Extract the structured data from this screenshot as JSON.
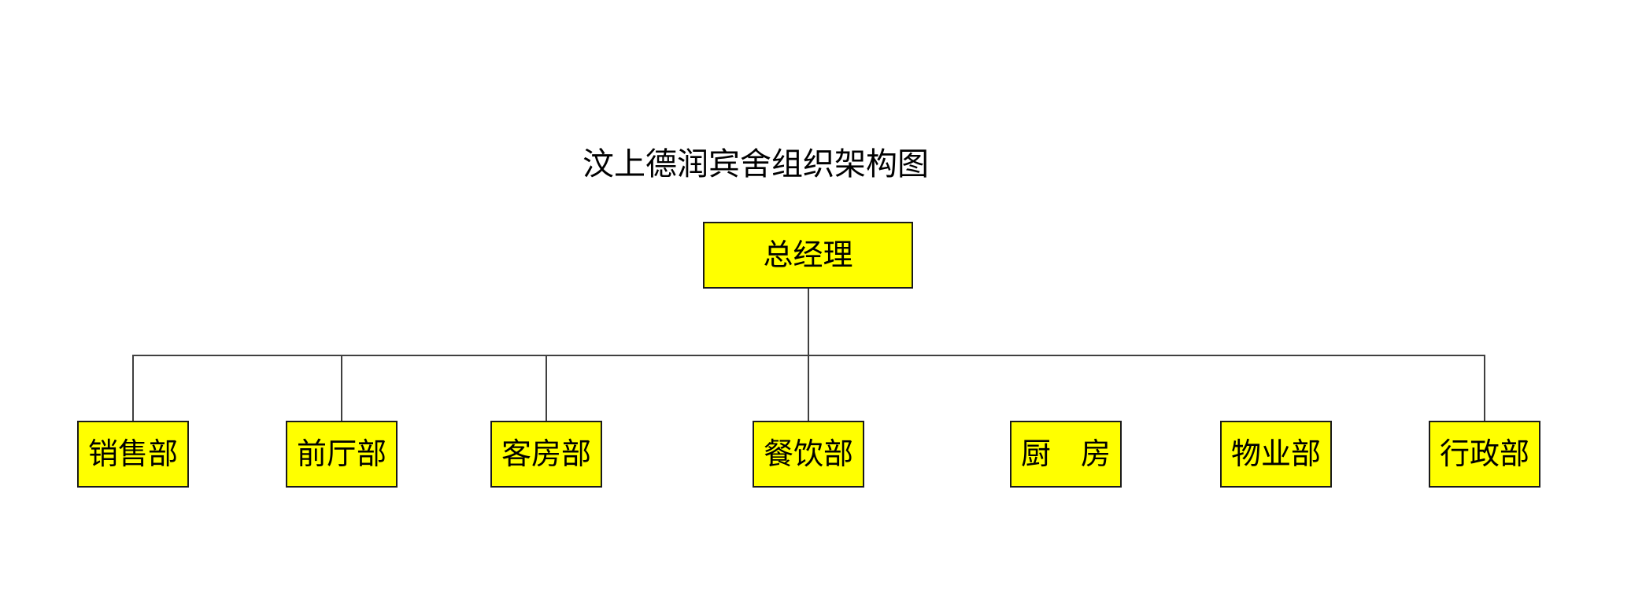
{
  "title": "汶上德润宾舍组织架构图",
  "org_chart": {
    "type": "org-chart",
    "root": {
      "label": "总经理"
    },
    "departments": [
      {
        "label": "销售部",
        "line_to_parent": true
      },
      {
        "label": "前厅部",
        "line_to_parent": true
      },
      {
        "label": "客房部",
        "line_to_parent": true
      },
      {
        "label": "餐饮部",
        "line_to_parent": true
      },
      {
        "label": "厨　房",
        "line_to_parent": false
      },
      {
        "label": "物业部",
        "line_to_parent": false
      },
      {
        "label": "行政部",
        "line_to_parent": true
      }
    ]
  },
  "colors": {
    "background": "#FFFFFF",
    "node_fill": "#FFFF00",
    "node_border": "#1A1A1A",
    "connector": "#404040",
    "text": "#000000"
  }
}
